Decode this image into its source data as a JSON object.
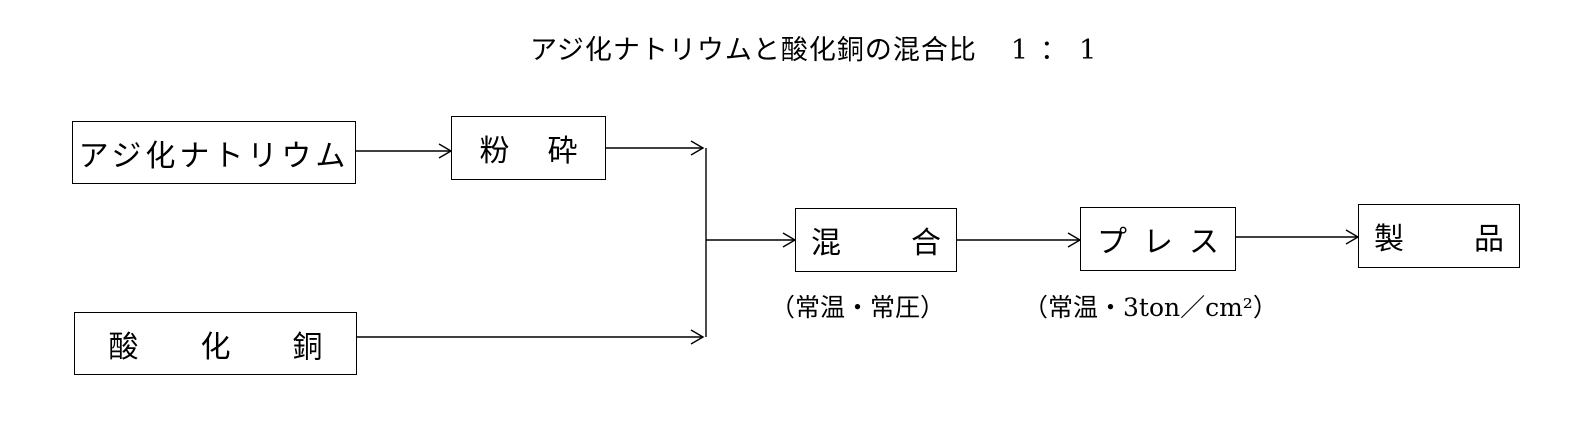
{
  "title": {
    "text": "アジ化ナトリウムと酸化銅の混合比",
    "ratio": "1：1"
  },
  "nodes": {
    "sodium_azide": "アジ化ナトリウム",
    "crushing": "粉砕",
    "copper_oxide": "酸化銅",
    "mixing": "混合",
    "press": "プレス",
    "product": "製品"
  },
  "notes": {
    "mixing_condition": "（常温・常圧）",
    "press_condition": "（常温・3ton／cm²）"
  },
  "edges": [
    {
      "from": "sodium_azide",
      "to": "crushing"
    },
    {
      "from": "crushing",
      "to": "mixing"
    },
    {
      "from": "copper_oxide",
      "to": "mixing"
    },
    {
      "from": "mixing",
      "to": "press"
    },
    {
      "from": "press",
      "to": "product"
    }
  ]
}
